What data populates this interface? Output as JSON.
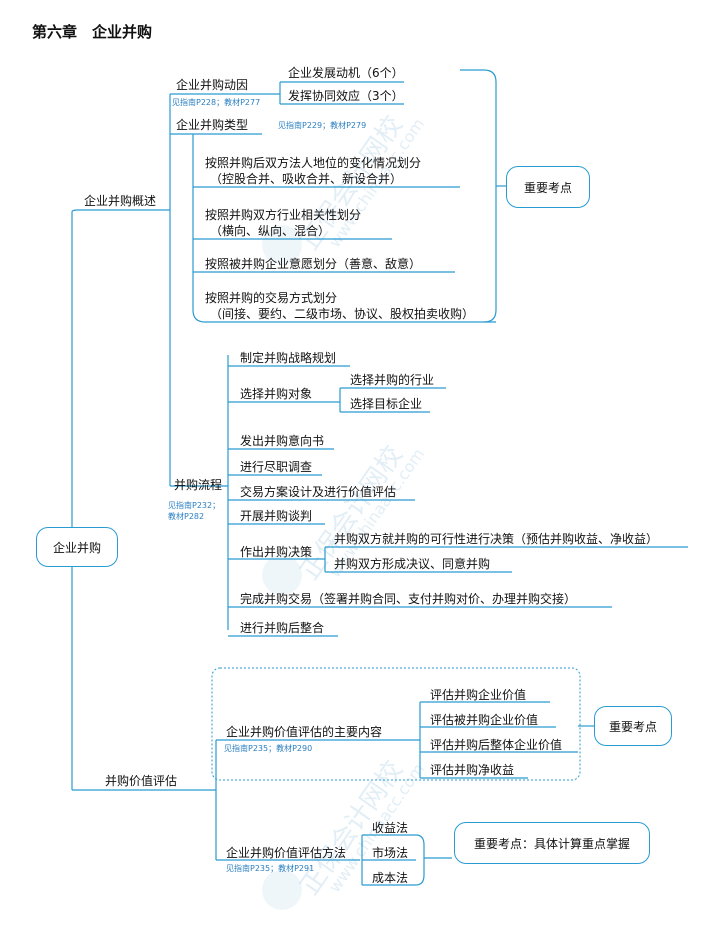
{
  "chapter_title": "第六章　企业并购",
  "root": "企业并购",
  "overview": {
    "label": "企业并购概述",
    "motives": {
      "label": "企业并购动因",
      "ref": "见指南P228；教材P277",
      "items": [
        "企业发展动机（6个）",
        "发挥协同效应（3个）"
      ]
    },
    "types": {
      "label": "企业并购类型",
      "ref": "见指南P229；教材P279",
      "items": [
        {
          "line1": "按照并购后双方法人地位的变化情况划分",
          "line2": "（控股合并、吸收合并、新设合并）"
        },
        {
          "line1": "按照并购双方行业相关性划分",
          "line2": "（横向、纵向、混合）"
        },
        {
          "line1": "按照被并购企业意愿划分（善意、敌意）",
          "line2": ""
        },
        {
          "line1": "按照并购的交易方式划分",
          "line2": "（间接、要约、二级市场、协议、股权拍卖收购）"
        }
      ]
    },
    "key_point": "重要考点"
  },
  "process": {
    "label": "并购流程",
    "ref_line1": "见指南P232；",
    "ref_line2": "教材P282",
    "steps": {
      "s1": "制定并购战略规划",
      "s2": "选择并购对象",
      "s2_sub": [
        "选择并购的行业",
        "选择目标企业"
      ],
      "s3": "发出并购意向书",
      "s4": "进行尽职调查",
      "s5": "交易方案设计及进行价值评估",
      "s6": "开展并购谈判",
      "s7": "作出并购决策",
      "s7_sub": [
        "并购双方就并购的可行性进行决策（预估并购收益、净收益）",
        "并购双方形成决议、同意并购"
      ],
      "s8": "完成并购交易（签署并购合同、支付并购对价、办理并购交接）",
      "s9": "进行并购后整合"
    }
  },
  "valuation": {
    "label": "并购价值评估",
    "content": {
      "label": "企业并购价值评估的主要内容",
      "ref": "见指南P235；教材P290",
      "items": [
        "评估并购企业价值",
        "评估被并购企业价值",
        "评估并购后整体企业价值",
        "评估并购净收益"
      ],
      "key_point": "重要考点"
    },
    "methods": {
      "label": "企业并购价值评估方法",
      "ref": "见指南P235；教材P291",
      "items": [
        "收益法",
        "市场法",
        "成本法"
      ],
      "key_point": "重要考点：具体计算重点掌握"
    }
  },
  "watermark": {
    "text": "正保会计网校",
    "url": "www.chinaacc.com"
  },
  "colors": {
    "line": "#2a9bd0",
    "ref": "#2a7fc1"
  }
}
